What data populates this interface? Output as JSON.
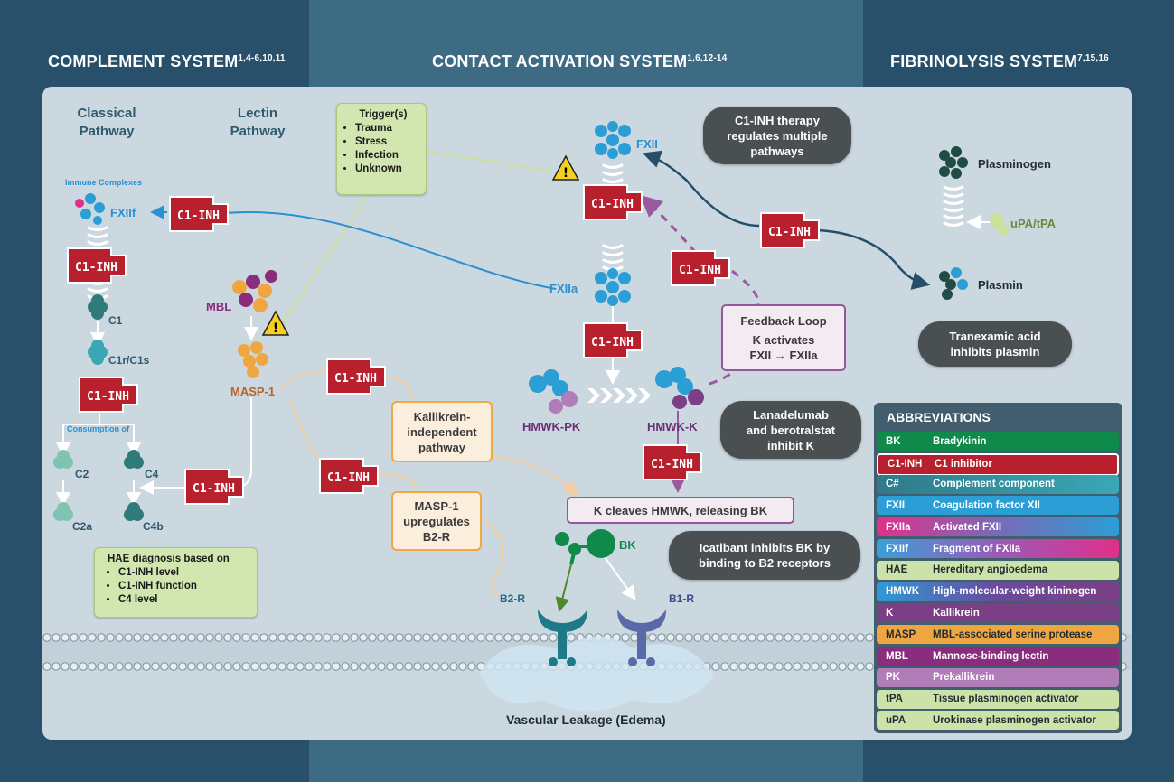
{
  "headers": {
    "complement": {
      "title": "COMPLEMENT SYSTEM",
      "refs": "1,4-6,10,11"
    },
    "contact": {
      "title": "CONTACT ACTIVATION SYSTEM",
      "refs": "1,6,12-14"
    },
    "fibrinolysis": {
      "title": "FIBRINOLYSIS SYSTEM",
      "refs": "7,15,16"
    }
  },
  "pathways": {
    "classical": "Classical\nPathway",
    "lectin": "Lectin\nPathway"
  },
  "trigger": {
    "title": "Trigger(s)",
    "items": [
      "Trauma",
      "Stress",
      "Infection",
      "Unknown"
    ]
  },
  "labels": {
    "immune_complexes": "Immune Complexes",
    "fxiif": "FXIIf",
    "c1": "C1",
    "c1r_c1s": "C1r/C1s",
    "consumption_of": "Consumption of",
    "c2": "C2",
    "c2a": "C2a",
    "c4": "C4",
    "c4b": "C4b",
    "mbl": "MBL",
    "masp1": "MASP-1",
    "fxii": "FXII",
    "fxiia": "FXIIa",
    "hmwk_pk": "HMWK-PK",
    "hmwk_k": "HMWK-K",
    "bk": "BK",
    "b2r": "B2-R",
    "b1r": "B1-R",
    "vascular_leakage": "Vascular Leakage (Edema)",
    "plasminogen": "Plasminogen",
    "upa_tpa": "uPA/tPA",
    "plasmin": "Plasmin",
    "c1inh": "C1-INH"
  },
  "hae_diagnosis": {
    "title": "HAE diagnosis based on",
    "items": [
      "C1-INH level",
      "C1-INH function",
      "C4 level"
    ]
  },
  "bubbles": {
    "c1inh_therapy": "C1-INH therapy\nregulates multiple\npathways",
    "tranexamic": "Tranexamic acid\ninhibits plasmin",
    "lanadelumab": "Lanadelumab\nand berotralstat\ninhibit K",
    "icatibant": "Icatibant inhibits BK by\nbinding to B2 receptors"
  },
  "boxes": {
    "feedback_title": "Feedback Loop",
    "feedback_body": "K activates\nFXII → FXIIa",
    "kallikrein_independent": "Kallikrein-\nindependent\npathway",
    "masp_upregulates": "MASP-1\nupregulates\nB2-R",
    "k_cleaves": "K cleaves HMWK, releasing BK"
  },
  "abbreviations": {
    "title": "ABBREVIATIONS",
    "rows": [
      {
        "abbr": "BK",
        "def": "Bradykinin",
        "color": "#0f8a4a"
      },
      {
        "abbr": "C1-INH",
        "def": "C1 inhibitor",
        "color": "#b8202e"
      },
      {
        "abbr": "C#",
        "def": "Complement component",
        "color": "#2f7a8a"
      },
      {
        "abbr": "FXII",
        "def": "Coagulation factor XII",
        "color": "#2b9ed6"
      },
      {
        "abbr": "FXIIa",
        "def": "Activated FXII",
        "color": "#e0308a"
      },
      {
        "abbr": "FXIIf",
        "def": "Fragment of FXIIa",
        "color": "#3aa0d8"
      },
      {
        "abbr": "HAE",
        "def": "Hereditary angioedema",
        "color": "#cde2a8"
      },
      {
        "abbr": "HMWK",
        "def": "High-molecular-weight kininogen",
        "color": "#2f9ad6"
      },
      {
        "abbr": "K",
        "def": "Kallikrein",
        "color": "#7a3f85"
      },
      {
        "abbr": "MASP",
        "def": "MBL-associated serine protease",
        "color": "#f0a640"
      },
      {
        "abbr": "MBL",
        "def": "Mannose-binding lectin",
        "color": "#8a2d7d"
      },
      {
        "abbr": "PK",
        "def": "Prekallikrein",
        "color": "#b07db8"
      },
      {
        "abbr": "tPA",
        "def": "Tissue plasminogen activator",
        "color": "#cde2a8"
      },
      {
        "abbr": "uPA",
        "def": "Urokinase plasminogen activator",
        "color": "#cde2a8"
      }
    ]
  }
}
